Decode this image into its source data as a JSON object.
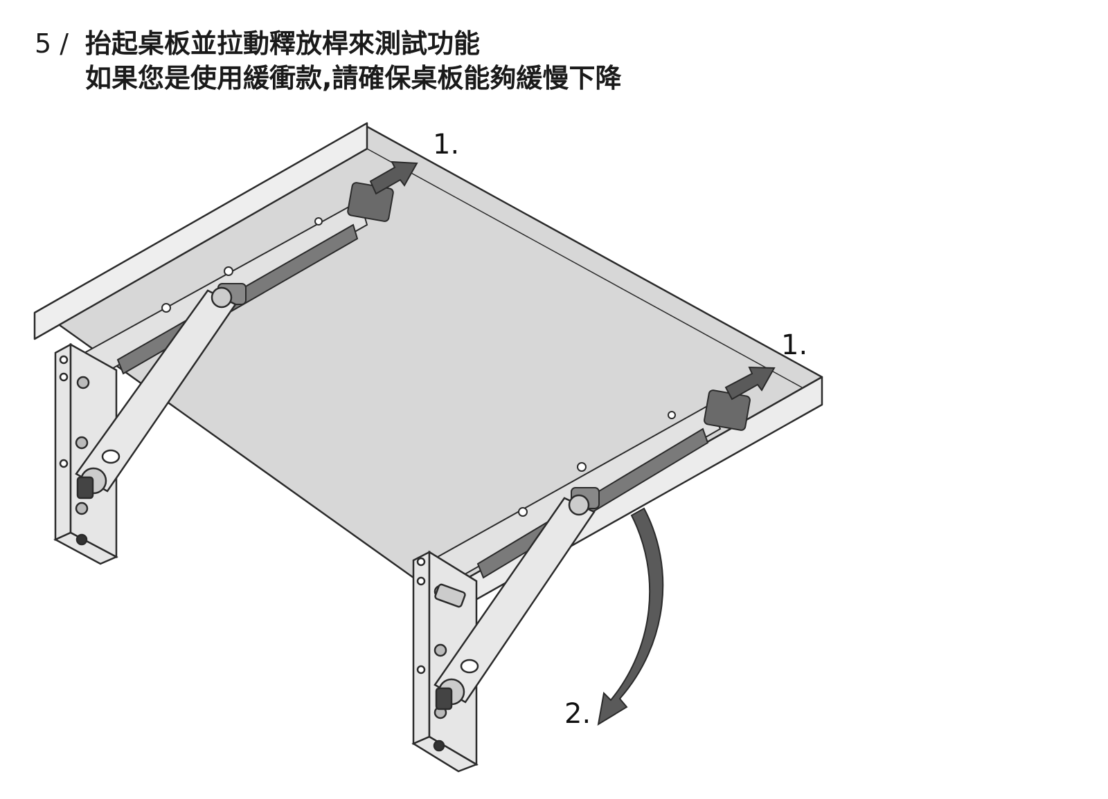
{
  "instruction": {
    "step_number": "5 /",
    "line1": "抬起桌板並拉動釋放桿來測試功能",
    "line2": "如果您是使用緩衝款,請確保桌板能夠緩慢下降"
  },
  "callouts": {
    "pull_rear": "1.",
    "pull_front": "1.",
    "lower": "2."
  },
  "colors": {
    "board_top": "#d7d7d7",
    "board_edge": "#eeeeee",
    "bracket": "#e6e6e6",
    "arrow": "#5a5a5a",
    "outline": "#2a2a2a"
  }
}
